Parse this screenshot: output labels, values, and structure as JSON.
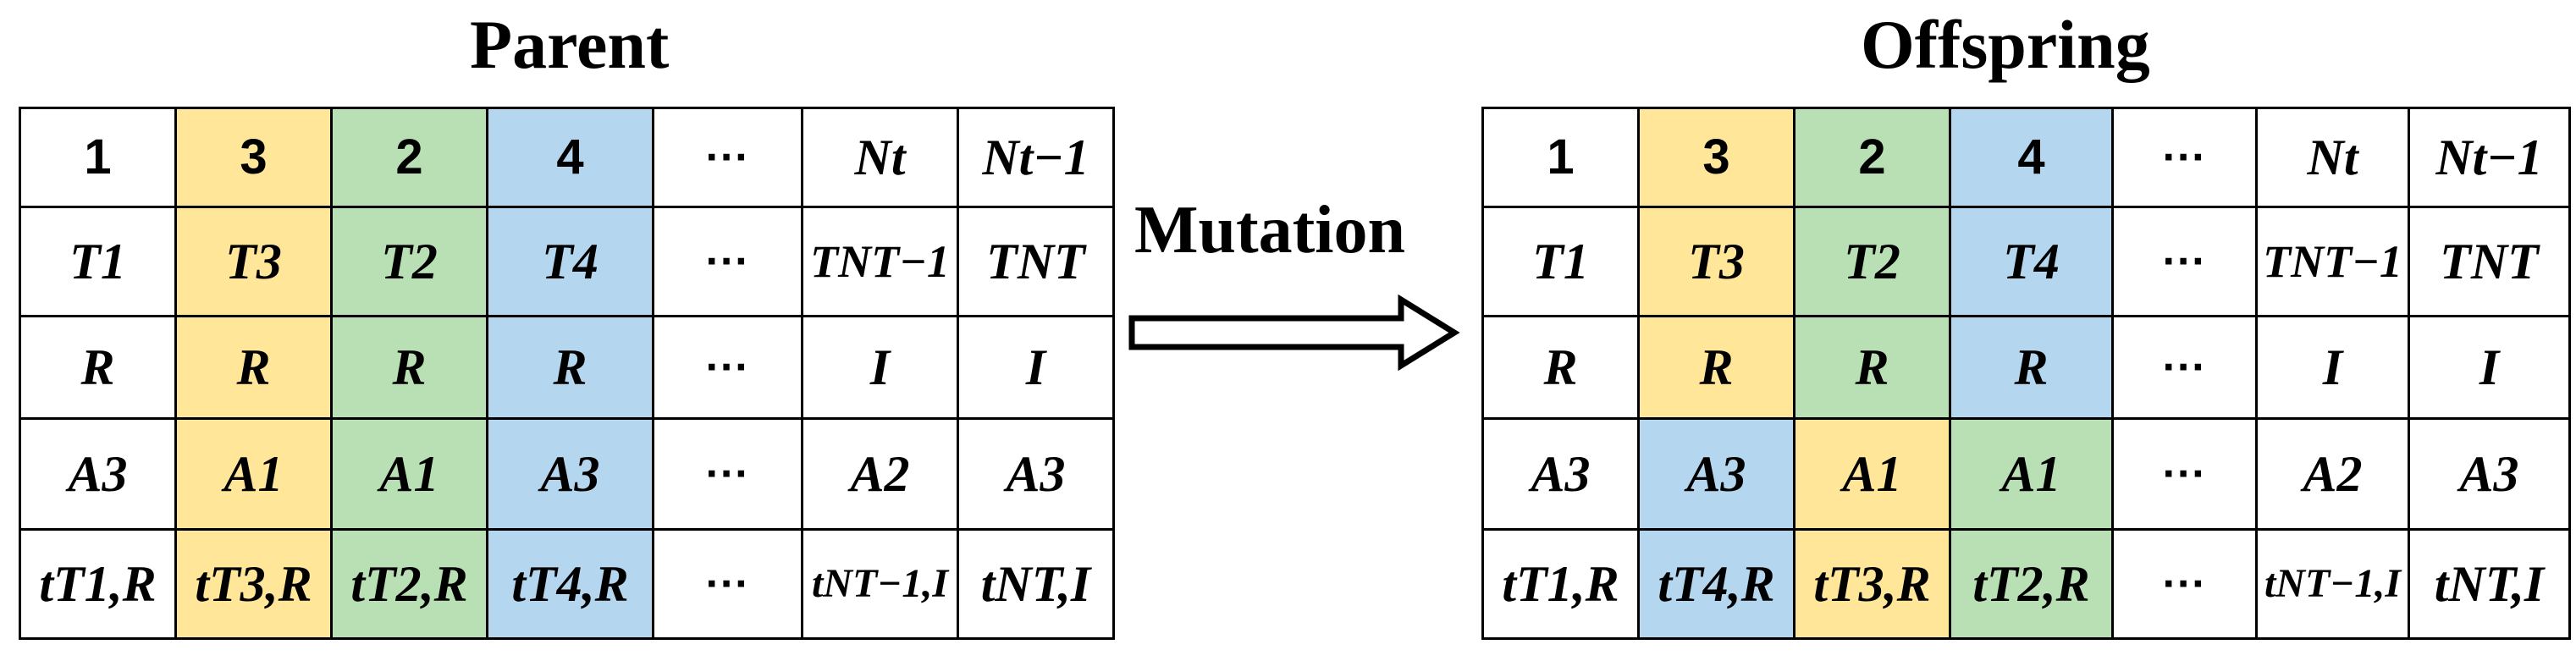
{
  "parent": {
    "title": "Parent",
    "columns": [
      {
        "fill": "white",
        "cells": [
          "1",
          "T1",
          "R",
          "A3",
          "tT1,R"
        ]
      },
      {
        "fill": "yellow",
        "cells": [
          "3",
          "T3",
          "R",
          "A1",
          "tT3,R"
        ]
      },
      {
        "fill": "green",
        "cells": [
          "2",
          "T2",
          "R",
          "A1",
          "tT2,R"
        ]
      },
      {
        "fill": "blue",
        "cells": [
          "4",
          "T4",
          "R",
          "A3",
          "tT4,R"
        ]
      },
      {
        "fill": "white",
        "cells": [
          "···",
          "···",
          "···",
          "···",
          "···"
        ]
      },
      {
        "fill": "white",
        "cells": [
          "Nt",
          "TNT−1",
          "I",
          "A2",
          "tNT−1,I"
        ]
      },
      {
        "fill": "white",
        "cells": [
          "Nt−1",
          "TNT",
          "I",
          "A3",
          "tNT,I"
        ]
      }
    ]
  },
  "offspring": {
    "title": "Offspring",
    "columns": [
      {
        "fills": [
          "white",
          "white",
          "white",
          "white",
          "white"
        ],
        "cells": [
          "1",
          "T1",
          "R",
          "A3",
          "tT1,R"
        ]
      },
      {
        "fills": [
          "yellow",
          "yellow",
          "yellow",
          "blue",
          "blue"
        ],
        "cells": [
          "3",
          "T3",
          "R",
          "A3",
          "tT4,R"
        ]
      },
      {
        "fills": [
          "green",
          "green",
          "green",
          "yellow",
          "yellow"
        ],
        "cells": [
          "2",
          "T2",
          "R",
          "A1",
          "tT3,R"
        ]
      },
      {
        "fills": [
          "blue",
          "blue",
          "blue",
          "green",
          "green"
        ],
        "cells": [
          "4",
          "T4",
          "R",
          "A1",
          "tT2,R"
        ]
      },
      {
        "fills": [
          "white",
          "white",
          "white",
          "white",
          "white"
        ],
        "cells": [
          "···",
          "···",
          "···",
          "···",
          "···"
        ]
      },
      {
        "fills": [
          "white",
          "white",
          "white",
          "white",
          "white"
        ],
        "cells": [
          "Nt",
          "TNT−1",
          "I",
          "A2",
          "tNT−1,I"
        ]
      },
      {
        "fills": [
          "white",
          "white",
          "white",
          "white",
          "white"
        ],
        "cells": [
          "Nt−1",
          "TNT",
          "I",
          "A3",
          "tNT,I"
        ]
      }
    ]
  },
  "operation": {
    "label": "Mutation",
    "arrow_icon": "hollow-right-arrow-icon"
  },
  "colors": {
    "yellow": "#FFE699",
    "green": "#B9E0B4",
    "blue": "#B4D6EE",
    "white": "#FFFFFF",
    "border": "#000000"
  }
}
